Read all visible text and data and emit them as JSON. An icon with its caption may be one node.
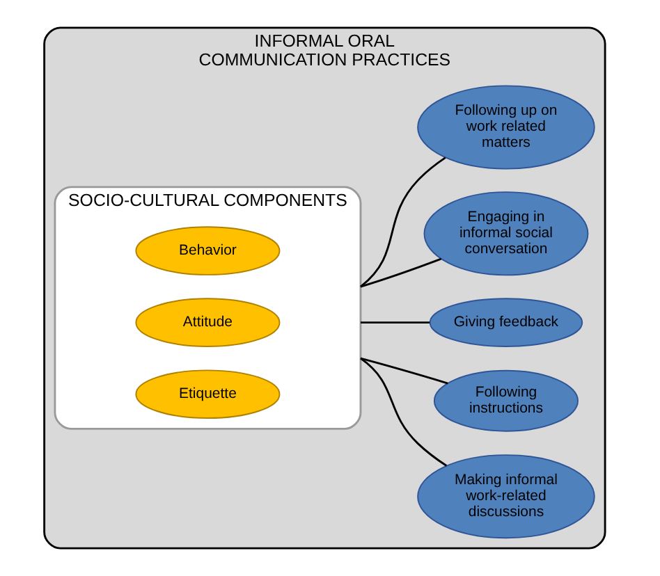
{
  "diagram": {
    "nodes": [
      {
        "text": [
          "INFORMAL ORAL COMMUNICATION PRACTICES"
        ]
      },
      {
        "text": [
          "SOCIO-CULTURAL COMPONENTS"
        ],
        "in": 0
      },
      {
        "text": [
          "Behavior"
        ],
        "in": 1
      },
      {
        "text": [
          "Attitude"
        ],
        "in": 1
      },
      {
        "text": [
          "Etiquette"
        ],
        "in": 1
      },
      {
        "text": [
          "Making informal work-related discussions"
        ],
        "in": 0
      },
      {
        "text": [
          "Following instructions"
        ],
        "in": 0
      },
      {
        "text": [
          "Giving feedback"
        ],
        "in": 0
      },
      {
        "text": [
          "Engaging in informal social conversation"
        ],
        "in": 0
      },
      {
        "text": [
          "Following up on work related matters"
        ],
        "in": 0
      }
    ],
    "edges": [
      {
        "from": 1,
        "to": 5,
        "arrow": "none"
      },
      {
        "from": 1,
        "to": 6,
        "arrow": "none"
      },
      {
        "from": 1,
        "to": 7,
        "arrow": "none"
      },
      {
        "from": 1,
        "to": 8,
        "arrow": "none"
      },
      {
        "from": 1,
        "to": 9,
        "arrow": "none"
      }
    ]
  }
}
